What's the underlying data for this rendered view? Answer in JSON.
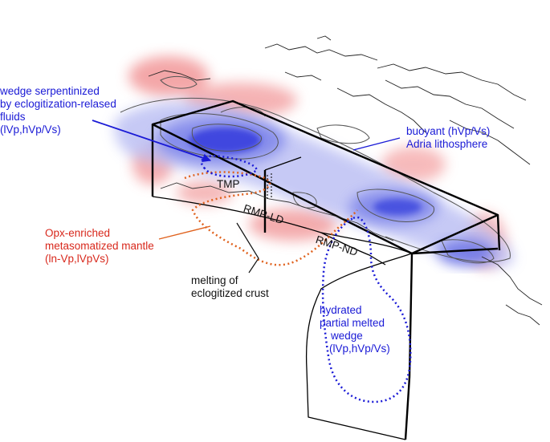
{
  "labels": {
    "wedge_serpentinized": [
      "wedge serpentinized",
      "by eclogitization-relased",
      "fluids",
      "(lVp,hVp/Vs)"
    ],
    "buoyant_adria": [
      "buoyant (hVp/Vs)",
      "Adria lithosphere"
    ],
    "opx_enriched": [
      "Opx-enriched",
      "metasomatized mantle",
      "(ln-Vp,lVpVs)"
    ],
    "melting": [
      "melting of",
      "eclogitized crust"
    ],
    "hydrated_wedge": [
      "hydrated",
      "partial melted",
      "wedge",
      "(lVp,hVp/Vs)"
    ],
    "tmp": "TMP",
    "rmp_ld": "RMP-LD",
    "rmp_nd": "RMP-ND"
  },
  "colors": {
    "blue_text": "#1a1ad6",
    "red_text": "#d8281c",
    "blue_anomaly": "#3c46e0",
    "red_anomaly": "#f0787a",
    "orange_dotted": "#e0621e",
    "blue_dotted": "#1a1ad6"
  }
}
